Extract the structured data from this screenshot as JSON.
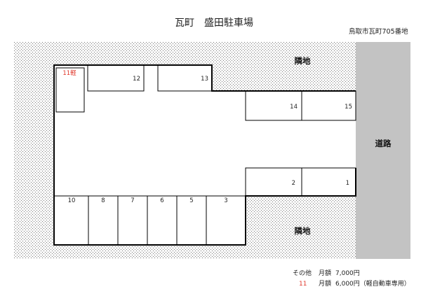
{
  "title": "瓦町　盛田駐車場",
  "address": "鳥取市瓦町705番地",
  "neighbor_top": "隣地",
  "neighbor_bottom": "隣地",
  "road": "道路",
  "spaces": {
    "s11": "11軽",
    "s12": "12",
    "s13": "13",
    "s14": "14",
    "s15": "15",
    "s2": "2",
    "s1": "1",
    "s10": "10",
    "s8": "8",
    "s7": "7",
    "s6": "6",
    "s5": "5",
    "s3": "3"
  },
  "pricing": [
    {
      "category": "その他",
      "term": "月額",
      "price": "7,000円"
    },
    {
      "category": "11",
      "term": "月額",
      "price": "6,000円（軽自動車専用）"
    }
  ],
  "colors": {
    "highlight_red": "#e0392d",
    "road_gray": "#c3c3c3",
    "boundary": "#000000"
  }
}
